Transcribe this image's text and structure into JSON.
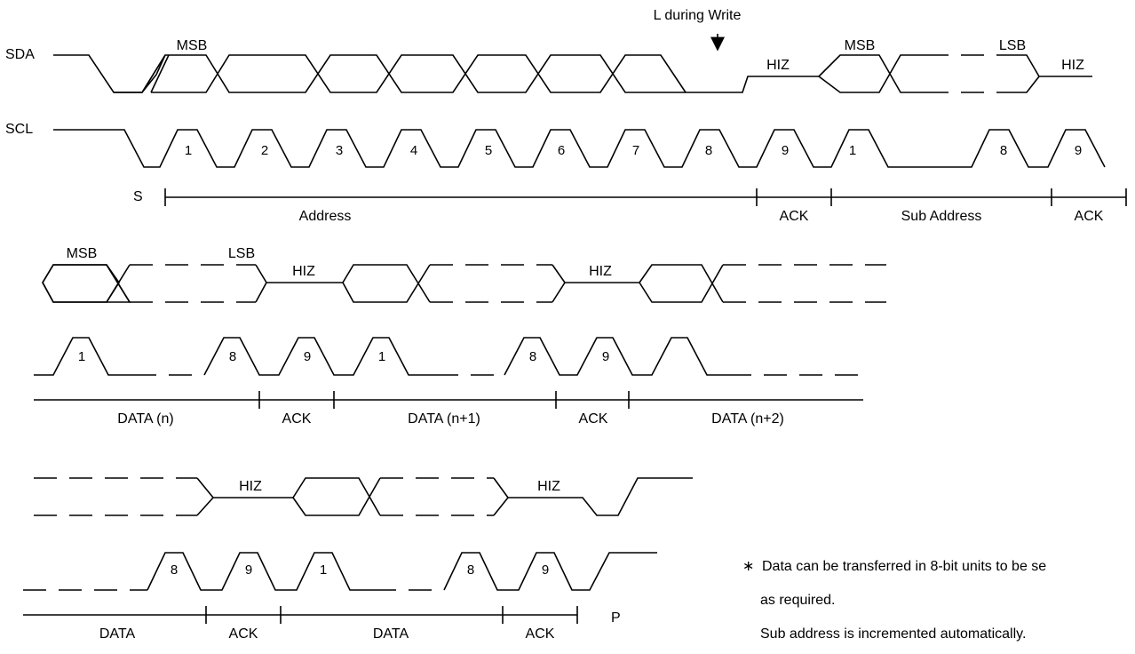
{
  "signals": {
    "sda": "SDA",
    "scl": "SCL"
  },
  "annotations": {
    "l_during_write": "L during Write",
    "msb": "MSB",
    "lsb": "LSB",
    "hiz": "HIZ",
    "start": "S",
    "stop": "P"
  },
  "row1": {
    "clock_numbers": [
      "1",
      "2",
      "3",
      "4",
      "5",
      "6",
      "7",
      "8",
      "9",
      "1",
      "8",
      "9"
    ],
    "segments": [
      "Address",
      "ACK",
      "Sub Address",
      "ACK"
    ]
  },
  "row2": {
    "clock_numbers": [
      "1",
      "8",
      "9",
      "1",
      "8",
      "9"
    ],
    "segments": [
      "DATA (n)",
      "ACK",
      "DATA (n+1)",
      "ACK",
      "DATA (n+2)"
    ]
  },
  "row3": {
    "clock_numbers": [
      "8",
      "9",
      "1",
      "8",
      "9"
    ],
    "segments": [
      "DATA",
      "ACK",
      "DATA",
      "ACK"
    ]
  },
  "note": {
    "bullet": "∗",
    "line1": "Data can be transferred in 8-bit units to be se",
    "line2": "as required.",
    "line3": "Sub address is incremented automatically."
  }
}
